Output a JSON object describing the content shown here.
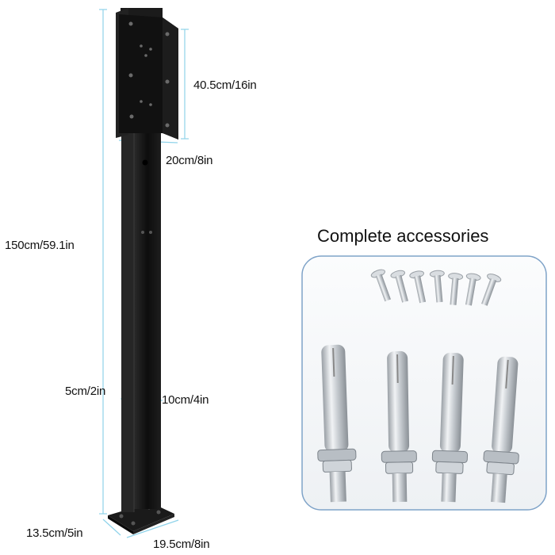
{
  "dimensions": {
    "bracket_height": "40.5cm/16in",
    "bracket_width": "20cm/8in",
    "total_height": "150cm/59.1in",
    "post_depth": "5cm/2in",
    "post_width": "10cm/4in",
    "base_depth": "13.5cm/5in",
    "base_width": "19.5cm/8in"
  },
  "accessories": {
    "title": "Complete accessories"
  },
  "colors": {
    "post": "#141414",
    "dimension_line": "#8fd3ea",
    "panel_border": "#7fa3c8"
  }
}
